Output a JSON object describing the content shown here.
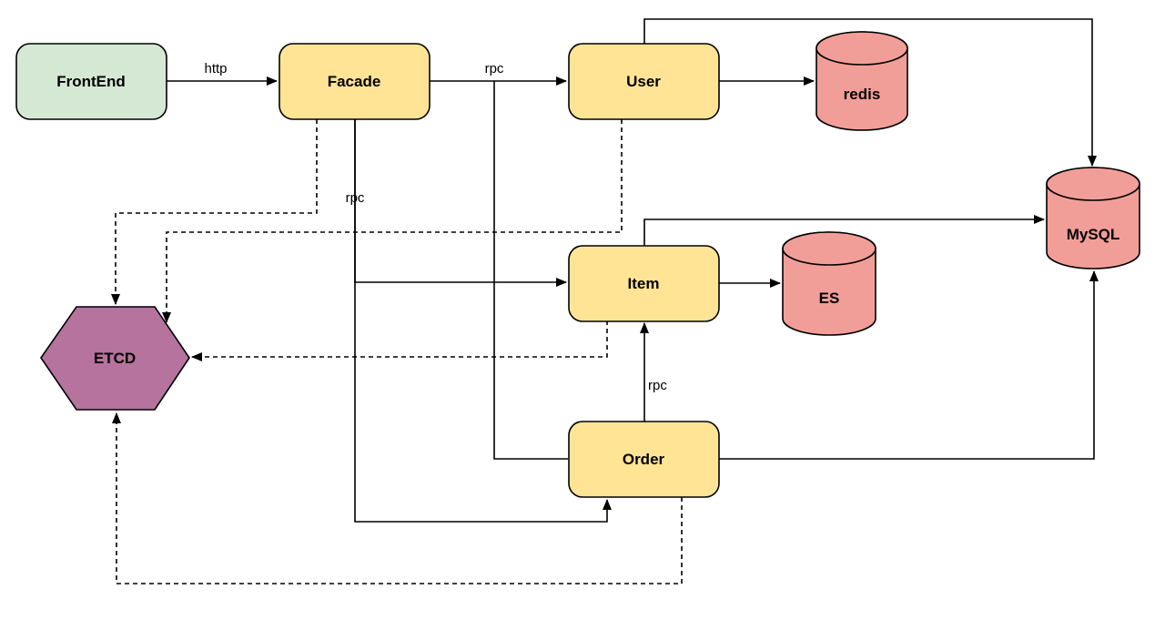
{
  "diagram": {
    "title": "",
    "background": "#ffffff",
    "stroke_color": "#000000",
    "nodes": {
      "frontend": {
        "label": "FrontEnd",
        "type": "rounded-rect",
        "fill": "#d5e8d4"
      },
      "facade": {
        "label": "Facade",
        "type": "rounded-rect",
        "fill": "#ffe496"
      },
      "user": {
        "label": "User",
        "type": "rounded-rect",
        "fill": "#ffe496"
      },
      "item": {
        "label": "Item",
        "type": "rounded-rect",
        "fill": "#ffe496"
      },
      "order": {
        "label": "Order",
        "type": "rounded-rect",
        "fill": "#ffe496"
      },
      "etcd": {
        "label": "ETCD",
        "type": "hexagon",
        "fill": "#b5739e"
      },
      "redis": {
        "label": "redis",
        "type": "cylinder",
        "fill": "#f29e98"
      },
      "es": {
        "label": "ES",
        "type": "cylinder",
        "fill": "#f29e98"
      },
      "mysql": {
        "label": "MySQL",
        "type": "cylinder",
        "fill": "#f29e98"
      }
    },
    "edges": [
      {
        "id": "frontend-facade",
        "from": "FrontEnd",
        "to": "Facade",
        "style": "solid",
        "label": "http"
      },
      {
        "id": "facade-user",
        "from": "Facade",
        "to": "User",
        "style": "solid",
        "label": "rpc"
      },
      {
        "id": "facade-order-left",
        "from": "Facade",
        "to": "Order",
        "style": "solid",
        "label": ""
      },
      {
        "id": "facade-item",
        "from": "Facade",
        "to": "Item",
        "style": "solid",
        "label": "rpc"
      },
      {
        "id": "facade-order-bottom",
        "from": "Facade",
        "to": "Order",
        "style": "solid",
        "label": ""
      },
      {
        "id": "user-redis",
        "from": "User",
        "to": "redis",
        "style": "solid",
        "label": ""
      },
      {
        "id": "user-mysql",
        "from": "User",
        "to": "MySQL",
        "style": "solid",
        "label": ""
      },
      {
        "id": "item-es",
        "from": "Item",
        "to": "ES",
        "style": "solid",
        "label": ""
      },
      {
        "id": "item-mysql",
        "from": "Item",
        "to": "MySQL",
        "style": "solid",
        "label": ""
      },
      {
        "id": "order-item",
        "from": "Order",
        "to": "Item",
        "style": "solid",
        "label": "rpc"
      },
      {
        "id": "order-mysql",
        "from": "Order",
        "to": "MySQL",
        "style": "solid",
        "label": ""
      },
      {
        "id": "facade-etcd",
        "from": "Facade",
        "to": "ETCD",
        "style": "dashed",
        "label": ""
      },
      {
        "id": "user-etcd",
        "from": "User",
        "to": "ETCD",
        "style": "dashed",
        "label": ""
      },
      {
        "id": "item-etcd",
        "from": "Item",
        "to": "ETCD",
        "style": "dashed",
        "label": ""
      },
      {
        "id": "order-etcd",
        "from": "Order",
        "to": "ETCD",
        "style": "dashed",
        "label": ""
      }
    ]
  }
}
